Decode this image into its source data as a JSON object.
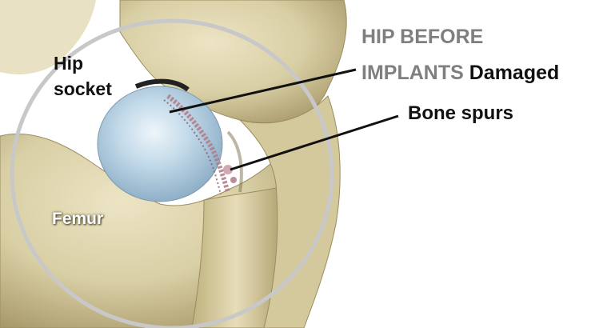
{
  "title": {
    "line1": "HIP BEFORE",
    "line2_prefix": "IMPLANTS",
    "line2_suffix": "Damaged"
  },
  "labels": {
    "bone_spurs": "Bone spurs",
    "hip_line1": "Hip",
    "hip_line2": "socket",
    "femur": "Femur"
  },
  "colors": {
    "bone": "#d9cfa5",
    "bone_shadow": "#a8996a",
    "cartilage": "#bcd5e6",
    "spurs": "#b07a86",
    "lens_ring": "#c8c8c8",
    "title_gray": "#7f7f7f"
  }
}
